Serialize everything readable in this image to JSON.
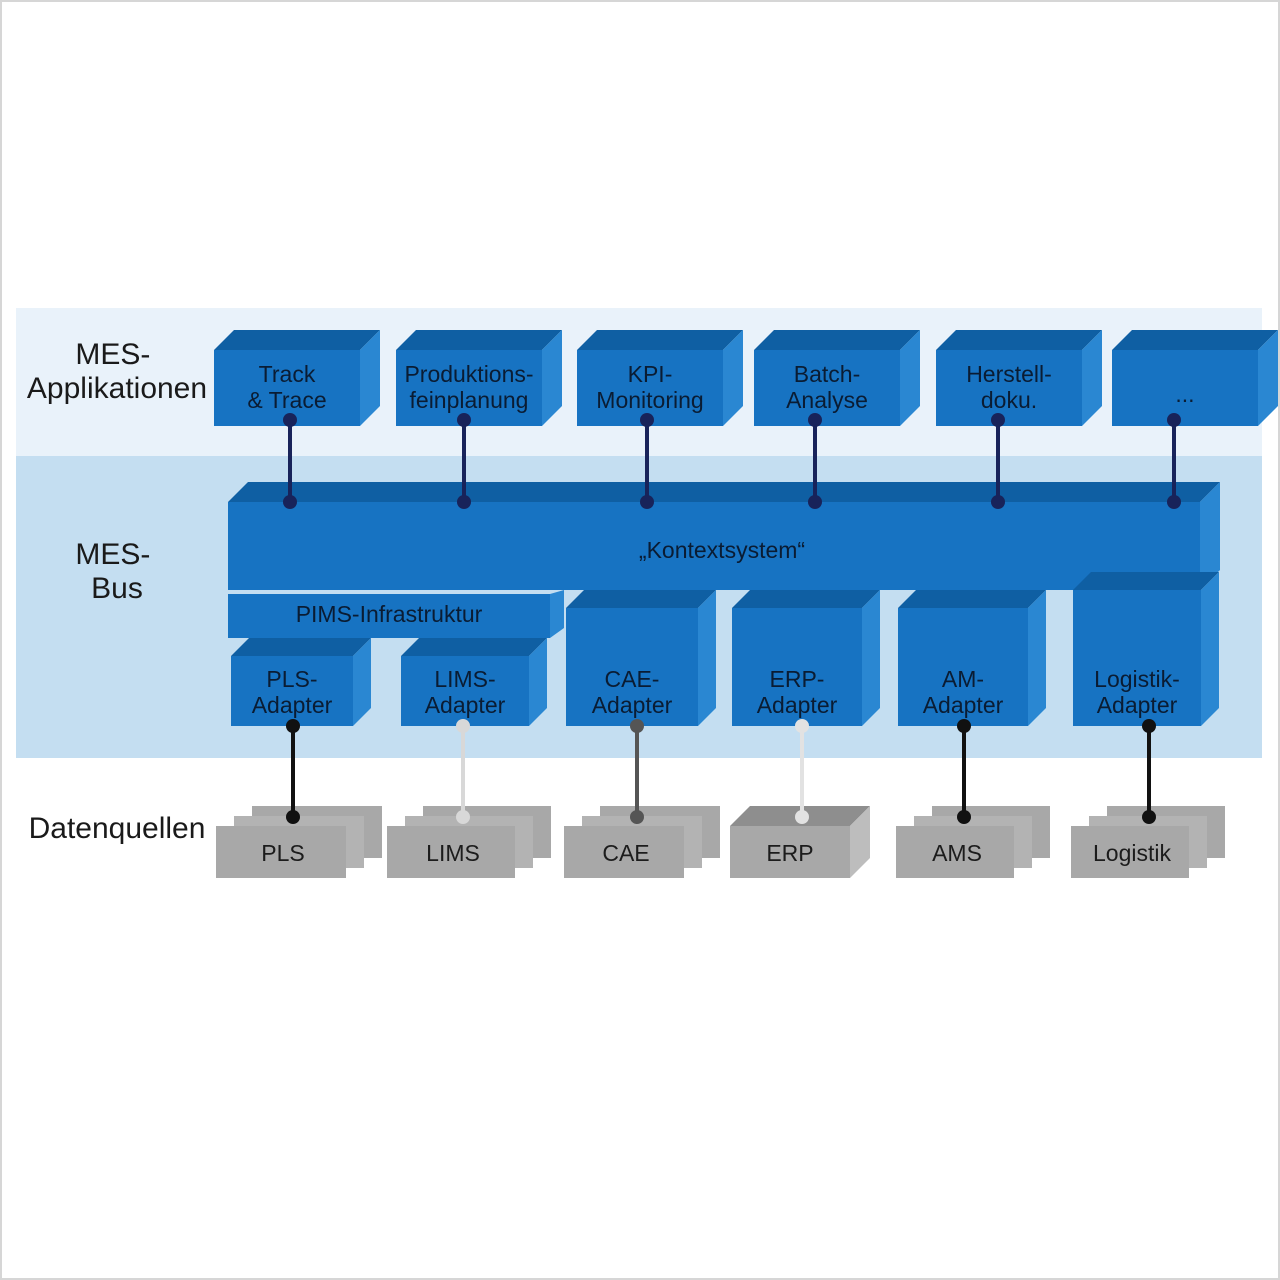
{
  "layers": {
    "applications": [
      "MES-",
      "Applikationen"
    ],
    "bus": [
      "MES-",
      "Bus"
    ],
    "sources": "Datenquellen"
  },
  "applications": [
    {
      "id": "track-trace",
      "lines": [
        "Track",
        "& Trace"
      ]
    },
    {
      "id": "produktionsfeinplanung",
      "lines": [
        "Produktions-",
        "feinplanung"
      ]
    },
    {
      "id": "kpi-monitoring",
      "lines": [
        "KPI-",
        "Monitoring"
      ]
    },
    {
      "id": "batch-analyse",
      "lines": [
        "Batch-",
        "Analyse"
      ]
    },
    {
      "id": "herstelldoku",
      "lines": [
        "Herstell-",
        "doku."
      ]
    },
    {
      "id": "more",
      "lines": [
        "..."
      ]
    }
  ],
  "bus": {
    "context": "„Kontextsystem“",
    "pims": "PIMS-Infrastruktur"
  },
  "adapters": [
    {
      "id": "pls",
      "lines": [
        "PLS-",
        "Adapter"
      ]
    },
    {
      "id": "lims",
      "lines": [
        "LIMS-",
        "Adapter"
      ]
    },
    {
      "id": "cae",
      "lines": [
        "CAE-",
        "Adapter"
      ]
    },
    {
      "id": "erp",
      "lines": [
        "ERP-",
        "Adapter"
      ]
    },
    {
      "id": "am",
      "lines": [
        "AM-",
        "Adapter"
      ]
    },
    {
      "id": "logistik",
      "lines": [
        "Logistik-",
        "Adapter"
      ]
    }
  ],
  "sources": [
    {
      "id": "pls",
      "label": "PLS",
      "link_color": "#111111"
    },
    {
      "id": "lims",
      "label": "LIMS",
      "link_color": "#d8d8d8"
    },
    {
      "id": "cae",
      "label": "CAE",
      "link_color": "#555555"
    },
    {
      "id": "erp",
      "label": "ERP",
      "link_color": "#e2e2e2"
    },
    {
      "id": "ams",
      "label": "AMS",
      "link_color": "#111111"
    },
    {
      "id": "logistik",
      "label": "Logistik",
      "link_color": "#111111"
    }
  ],
  "colors": {
    "band_top": "#e9f2fa",
    "band_mid": "#c4def1",
    "box_front": "#1773c2",
    "box_top": "#0f5fa3",
    "box_side": "#2a87d2",
    "grey_front": "#a8a8a8",
    "grey_top": "#8e8e8e",
    "grey_side": "#bdbdbd",
    "app_link": "#18235a"
  }
}
